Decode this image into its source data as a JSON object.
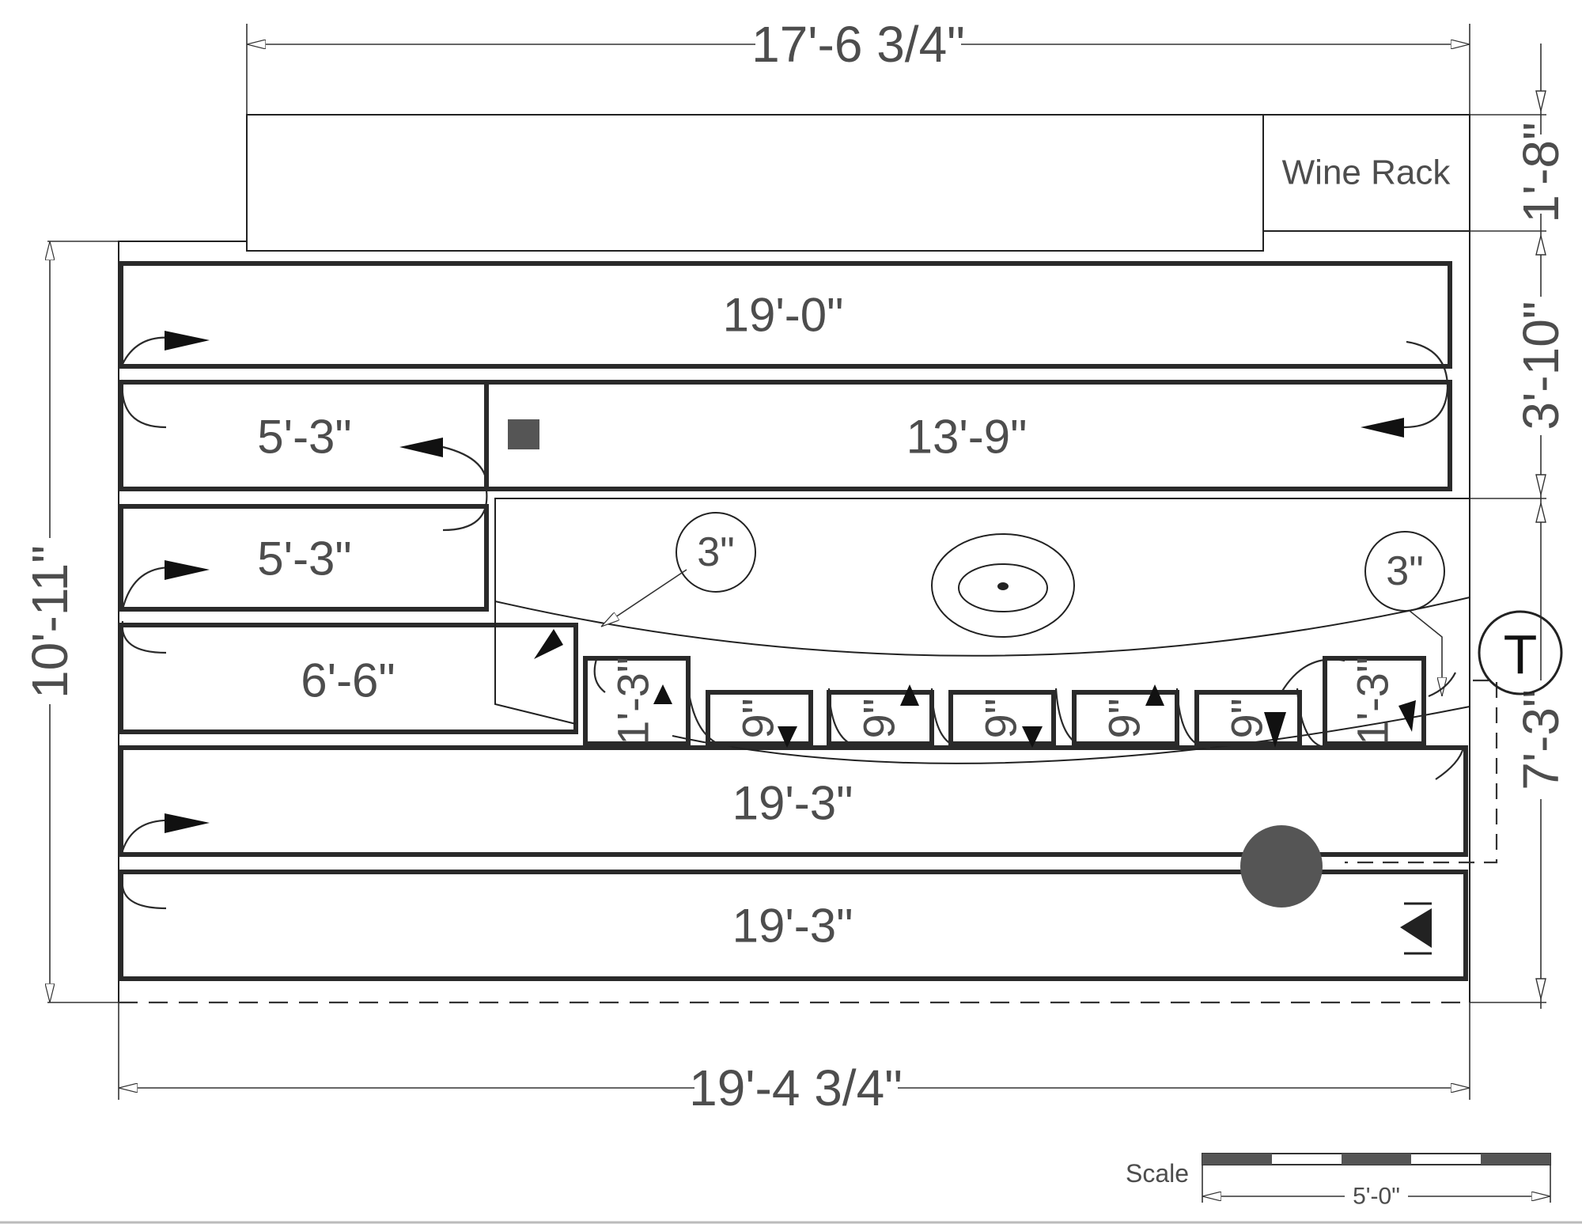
{
  "dimensions": {
    "top_width": "17'-6 3/4\"",
    "bottom_width": "19'-4 3/4\"",
    "left_height": "10'-11\"",
    "right_top": "1'-8\"",
    "right_middle": "3'-10\"",
    "right_bottom": "7'-3\""
  },
  "boards": {
    "top": "19'-0\"",
    "row2_left": "5'-3\"",
    "row2_right": "13'-9\"",
    "row3_left": "5'-3\"",
    "row4_left": "6'-6\"",
    "row5": "19'-3\"",
    "row6": "19'-3\""
  },
  "stage": {
    "riser_left": "1'-3\"",
    "riser_right": "1'-3\"",
    "step_labels": [
      "9\"",
      "9\"",
      "9\"",
      "9\"",
      "9\""
    ],
    "gap_left": "3\"",
    "gap_right": "3\""
  },
  "wine_rack_label": "Wine Rack",
  "toilet_symbol": "T",
  "scale": {
    "label": "Scale",
    "length": "5'-0\""
  },
  "colors": {
    "line": "#2a2a2a",
    "text": "#4d4d4d",
    "fill_marker": "#555555"
  }
}
